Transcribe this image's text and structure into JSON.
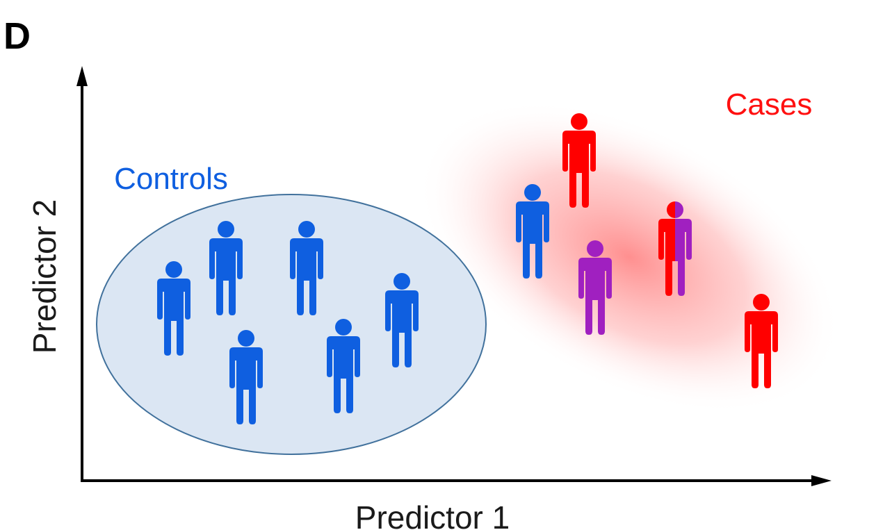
{
  "panel_label": "D",
  "axes": {
    "x_label": "Predictor 1",
    "y_label": "Predictor 2"
  },
  "groups": {
    "controls": {
      "label": "Controls",
      "color": "#0f5fe0"
    },
    "cases": {
      "label": "Cases",
      "color": "#ff1010"
    }
  },
  "colors": {
    "control": "#0f5fe0",
    "case": "#ff0000",
    "ambiguous": "#a020c0",
    "ellipse_fill": "#dbe6f3",
    "ellipse_stroke": "#41719c",
    "axis": "#000000"
  },
  "figures": [
    {
      "id": "control-1",
      "group": "control",
      "icon": "person-icon"
    },
    {
      "id": "control-2",
      "group": "control",
      "icon": "person-icon"
    },
    {
      "id": "control-3",
      "group": "control",
      "icon": "person-icon"
    },
    {
      "id": "control-4",
      "group": "control",
      "icon": "person-icon"
    },
    {
      "id": "control-5",
      "group": "control",
      "icon": "person-icon"
    },
    {
      "id": "control-6",
      "group": "control",
      "icon": "person-icon"
    },
    {
      "id": "misclassified-control",
      "group": "control",
      "icon": "person-icon"
    },
    {
      "id": "case-1",
      "group": "case",
      "icon": "person-icon"
    },
    {
      "id": "ambiguous-1",
      "group": "ambiguous",
      "icon": "person-icon"
    },
    {
      "id": "half-case-half-ambiguous",
      "group": "split",
      "icon": "person-icon"
    },
    {
      "id": "case-2",
      "group": "case",
      "icon": "person-icon"
    }
  ]
}
